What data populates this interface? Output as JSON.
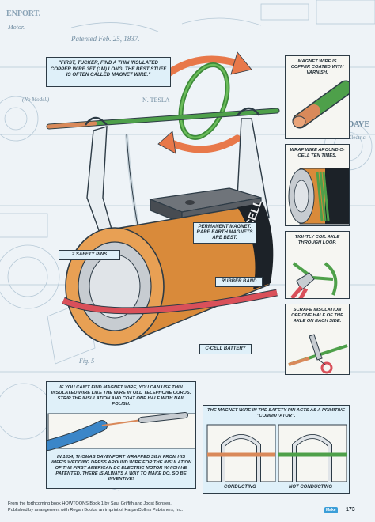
{
  "background_sketch": {
    "left_header": "ENPORT.",
    "left_sub": "Motor.",
    "patent_line": "Patented Feb. 25, 1837.",
    "model_note": "(No Model.)",
    "name_mark": "N. TESLA",
    "dave_mark": "DAVE",
    "electric_mark": "Electric",
    "fig_mark": "Fig. 5"
  },
  "intro_caption": "\"First, Tucker, find a thin insulated copper wire 3ft (1m) long. The best stuff is often called magnet wire.\"",
  "labels": {
    "safety_pins": "2 safety pins",
    "magnet": "Permanent magnet. Rare earth magnets are best.",
    "rubber_band": "Rubber band",
    "battery": "C-cell battery"
  },
  "battery_text": "CELL",
  "steps": [
    {
      "text": "Magnet wire is copper coated with varnish."
    },
    {
      "text": "Wrap wire around C-cell ten times."
    },
    {
      "text": "Tightly coil axle through loop."
    },
    {
      "text": "Scrape insulation off one half of the axle on each side."
    }
  ],
  "tip": {
    "top_text": "If you can't find magnet wire, you can use thin insulated wire like the wire in old telephone cords. Strip the insulation and coat one half with nail polish.",
    "bottom_text": "In 1834, Thomas Davenport wrapped silk from his wife's wedding dress around wire for the insulation of the first American DC electric motor which he patented. There is always a way to make do, so be inventive!"
  },
  "commutator": {
    "title": "The magnet wire in the safety pin acts as a primitive \"commutator\".",
    "left_label": "Conducting",
    "right_label": "Not conducting"
  },
  "footer": {
    "line1": "From the forthcoming book HOWTOONS Book 1 by Saul Griffith and Joost Bonsen.",
    "line2": "Published by arrangement with Regan Books, an imprint of HarperCollins Publishers, Inc."
  },
  "logo": "Make",
  "page_number": "173",
  "colors": {
    "caption_bg": "#dff0f9",
    "outline": "#2d3b46",
    "battery_orange": "#d98a3a",
    "copper": "#d9895a",
    "wire_green": "#4ea04a",
    "arrow_orange": "#e8784a",
    "rubber_red": "#d9505a",
    "page_bg": "#eef3f7"
  }
}
